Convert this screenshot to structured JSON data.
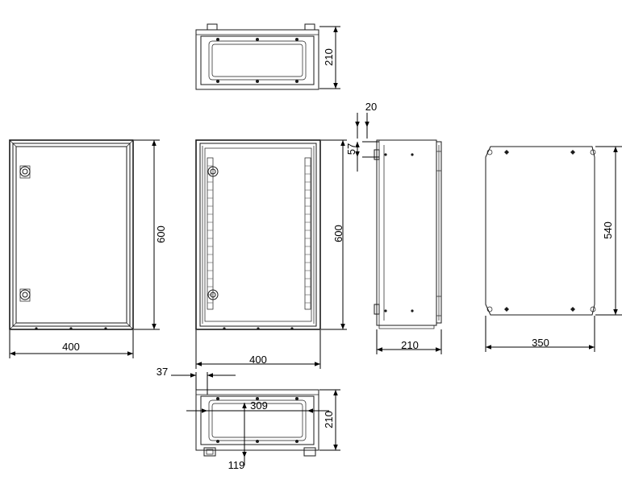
{
  "views": {
    "top": {
      "depth": "210"
    },
    "front_closed": {
      "width": "400",
      "height": "600"
    },
    "front_open": {
      "width": "400",
      "height": "600"
    },
    "side": {
      "depth": "210",
      "offset": "20",
      "top_offset": "57"
    },
    "mounting_plate": {
      "width": "350",
      "height": "540"
    },
    "bottom": {
      "offset": "37",
      "cutout_width": "309",
      "cutout_height": "119",
      "depth": "210"
    }
  },
  "colors": {
    "line": "#1a1a1a",
    "background": "#ffffff"
  }
}
